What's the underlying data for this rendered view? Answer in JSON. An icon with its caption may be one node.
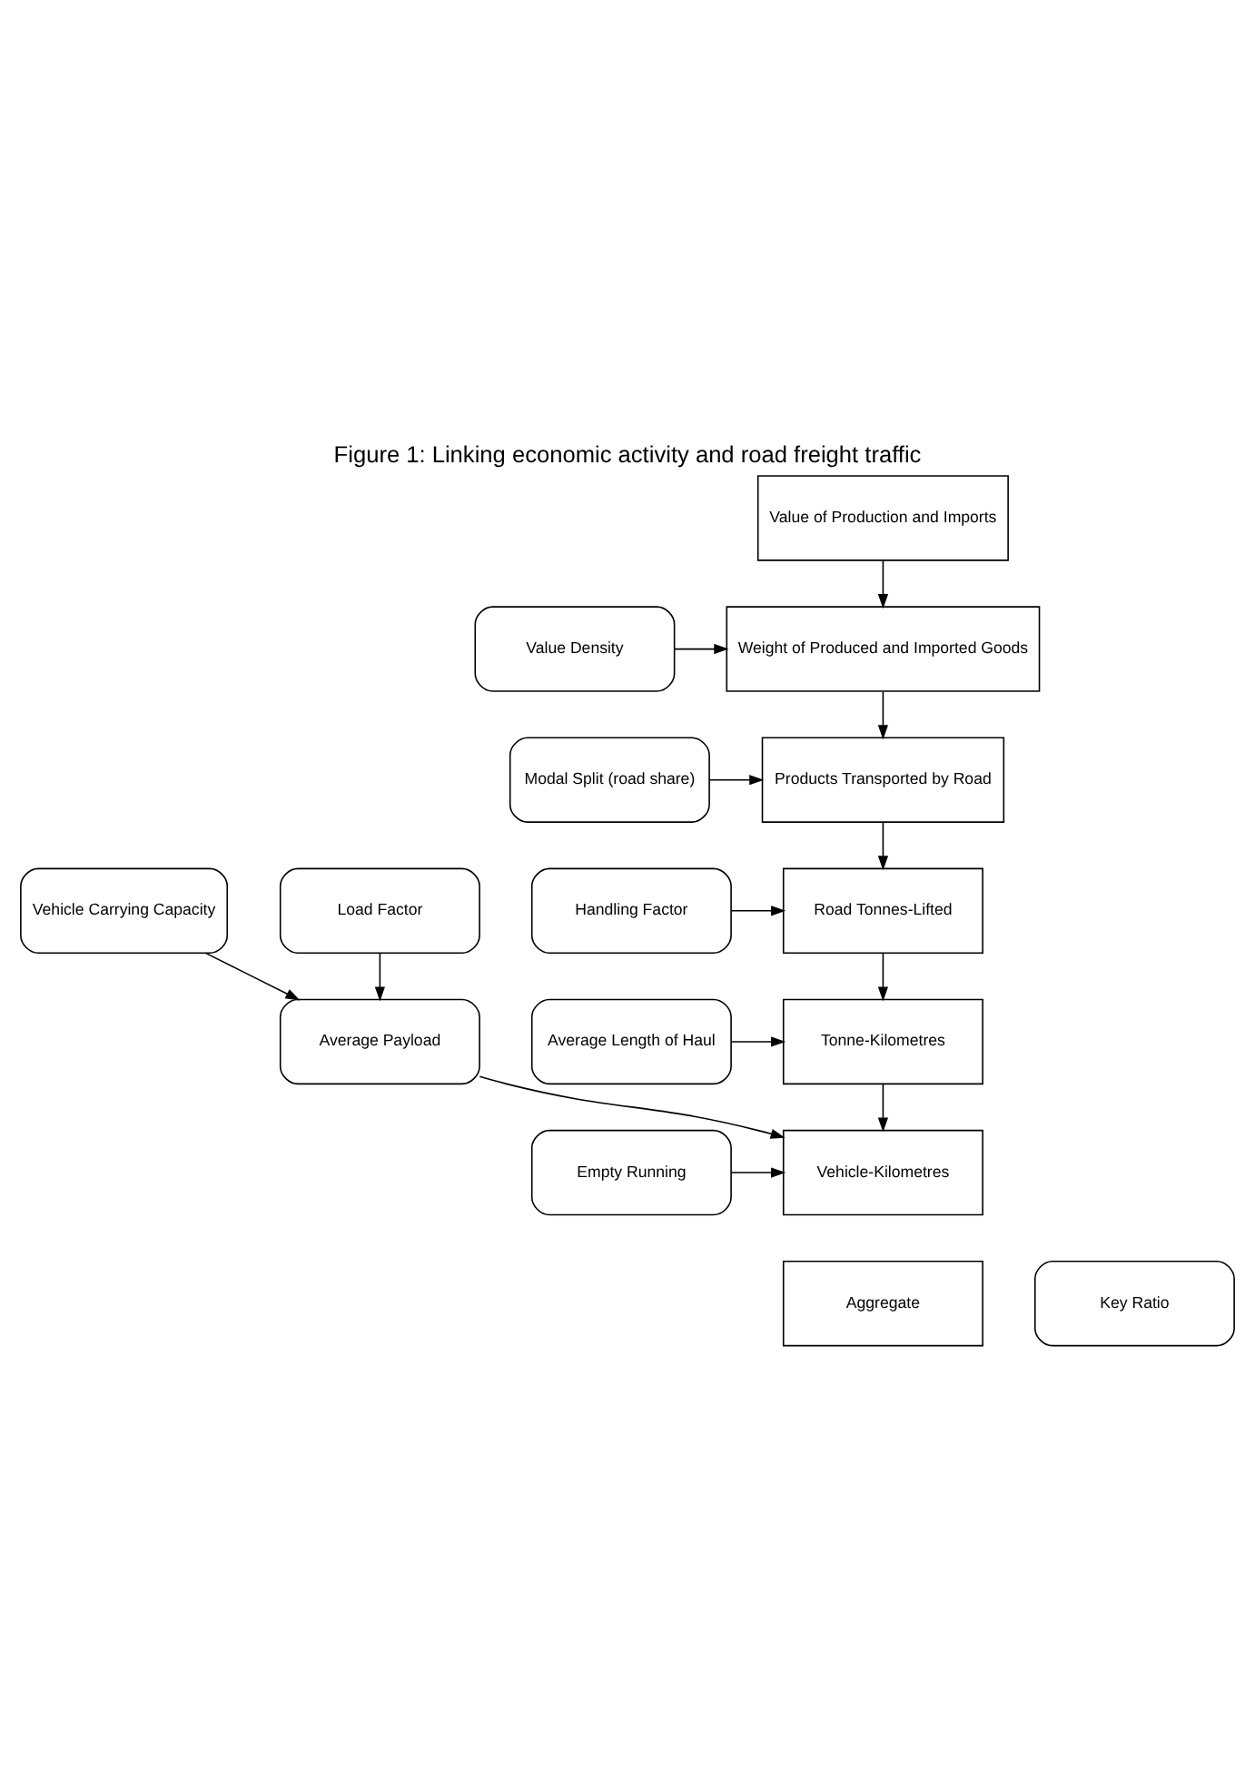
{
  "diagram": {
    "title": "Figure 1: Linking economic activity and road freight traffic",
    "nodes": [
      {
        "text": [
          "Value of Production and Imports"
        ]
      },
      {
        "text": [
          "Value Density"
        ]
      },
      {
        "text": [
          "Weight of Produced and Imported Goods"
        ]
      },
      {
        "text": [
          "Modal Split (road share)"
        ]
      },
      {
        "text": [
          "Products Transported by Road"
        ]
      },
      {
        "text": [
          "Handling Factor"
        ]
      },
      {
        "text": [
          "Road Tonnes-Lifted"
        ]
      },
      {
        "text": [
          "Vehicle Carrying Capacity"
        ]
      },
      {
        "text": [
          "Average Length of Haul"
        ]
      },
      {
        "text": [
          "Load Factor"
        ]
      },
      {
        "text": [
          "Tonne-Kilometres"
        ]
      },
      {
        "text": [
          "Average Payload"
        ]
      },
      {
        "text": [
          "Vehicle-Kilometres"
        ]
      },
      {
        "text": [
          "Empty Running"
        ]
      },
      {
        "text": [
          "Aggregate"
        ]
      },
      {
        "text": [
          "Key Ratio"
        ]
      }
    ],
    "edges": [
      {
        "from": 0,
        "to": 2,
        "arrow": "to"
      },
      {
        "from": 1,
        "to": 2,
        "arrow": "to"
      },
      {
        "from": 2,
        "to": 4,
        "arrow": "to"
      },
      {
        "from": 3,
        "to": 4,
        "arrow": "to"
      },
      {
        "from": 4,
        "to": 6,
        "arrow": "to"
      },
      {
        "from": 5,
        "to": 6,
        "arrow": "to"
      },
      {
        "from": 6,
        "to": 10,
        "arrow": "to"
      },
      {
        "from": 8,
        "to": 10,
        "arrow": "to"
      },
      {
        "from": 7,
        "to": 11,
        "arrow": "to"
      },
      {
        "from": 9,
        "to": 11,
        "arrow": "to"
      },
      {
        "from": 10,
        "to": 12,
        "arrow": "to"
      },
      {
        "from": 11,
        "to": 12,
        "arrow": "to"
      },
      {
        "from": 13,
        "to": 12,
        "arrow": "to"
      }
    ]
  }
}
